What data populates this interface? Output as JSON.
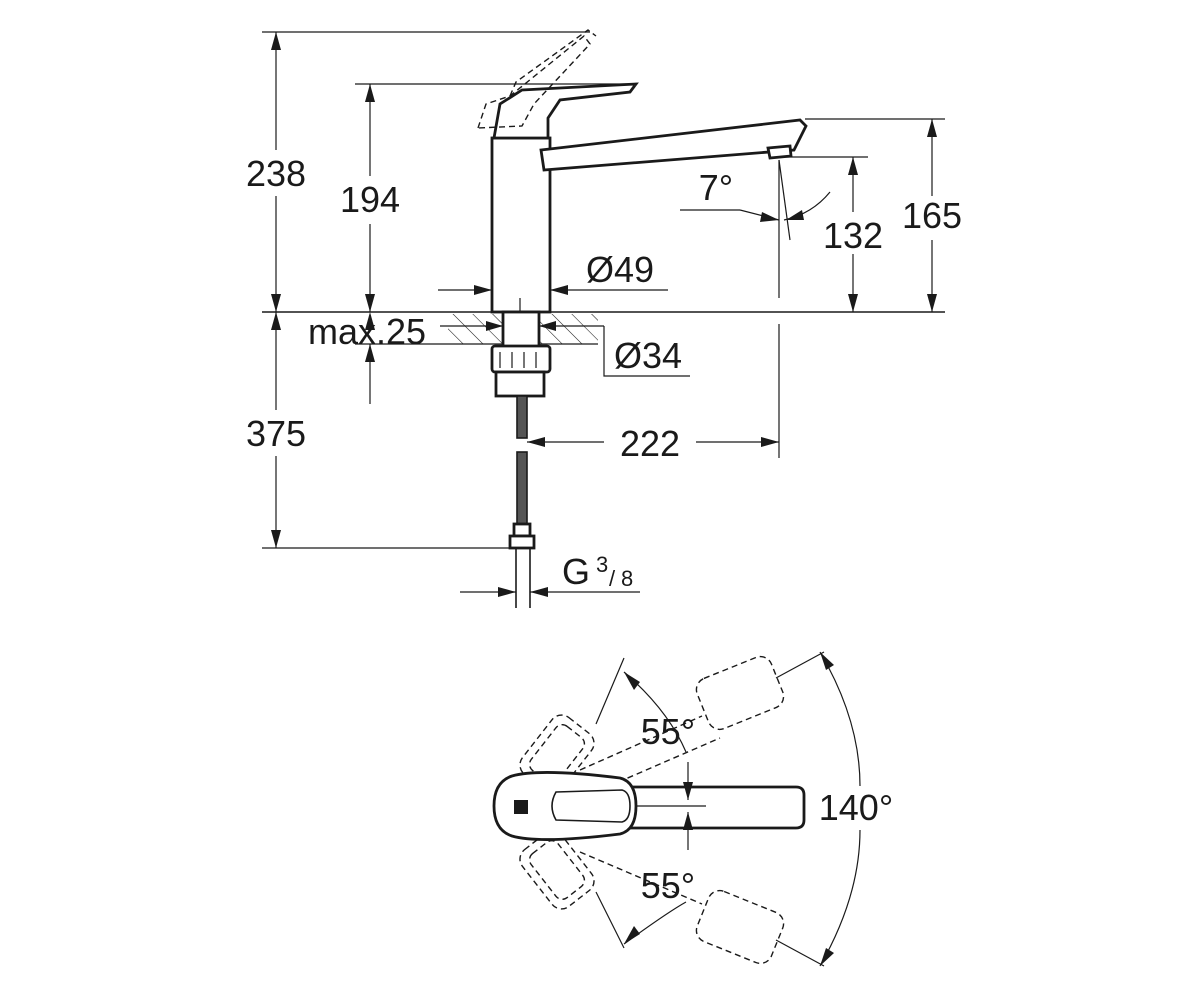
{
  "side_view": {
    "dims": {
      "total_height": "238",
      "lever_height": "194",
      "body_diameter": "Ø49",
      "spout_angle": "7°",
      "outlet_height": "132",
      "spout_height": "165",
      "deck_thickness": "max.25",
      "hole_diameter": "Ø34",
      "hose_length": "375",
      "reach": "222",
      "connection_main": "G",
      "connection_num": "3",
      "connection_den": "8"
    }
  },
  "top_view": {
    "dims": {
      "swivel_up": "55°",
      "swivel_down": "55°",
      "swivel_total": "140°"
    }
  }
}
